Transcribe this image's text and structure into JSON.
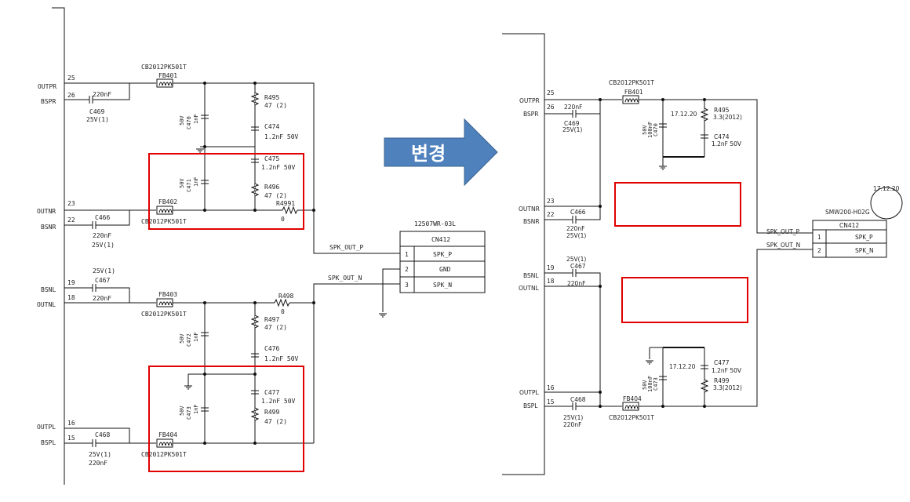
{
  "arrow": {
    "label": "변경",
    "color": "#4f81bd"
  },
  "left": {
    "pins": {
      "outpr": "OUTPR",
      "bspr": "BSPR",
      "outnr": "OUTNR",
      "bsnr": "BSNR",
      "bsnl": "BSNL",
      "outnl": "OUTNL",
      "outpl": "OUTPL",
      "bspl": "BSPL"
    },
    "pin_numbers": {
      "p25": "25",
      "p26": "26",
      "p23": "23",
      "p22": "22",
      "p19": "19",
      "p18": "18",
      "p16": "16",
      "p15": "15"
    },
    "labels": {
      "cb_top": "CB2012PK501T",
      "fb401": "FB401",
      "c469_val": "220nF",
      "c469": "C469",
      "c469_v": "25V(1)",
      "r495": "R495",
      "r495_v": "47 (2)",
      "c474": "C474",
      "c474_v": "1.2nF 50V",
      "c470_v": "50V",
      "c470": "C470",
      "c470_c": "1nF",
      "c475": "C475",
      "c475_v": "1.2nF 50V",
      "c471_v": "50V",
      "c471": "C471",
      "c471_c": "1nF",
      "r496": "R496",
      "r496_v": "47 (2)",
      "fb402": "FB402",
      "cb_402": "CB2012PK501T",
      "r4991": "R4991",
      "r4991_v": "0",
      "c466": "C466",
      "c466_v1": "220nF",
      "c466_v2": "25V(1)",
      "conn_part": "12507WR-03L",
      "conn_ref": "CN412",
      "conn_rows": [
        [
          "1",
          "SPK_P"
        ],
        [
          "2",
          "GND"
        ],
        [
          "3",
          "SPK_N"
        ]
      ],
      "net_p": "SPK_OUT_P",
      "net_n": "SPK_OUT_N",
      "c467_v": "25V(1)",
      "c467": "C467",
      "c467_c": "220nF",
      "fb403": "FB403",
      "cb_403": "CB2012PK501T",
      "r498": "R498",
      "r498_v": "0",
      "r497": "R497",
      "r497_v": "47 (2)",
      "c472_v": "50V",
      "c472": "C472",
      "c472_c": "1nF",
      "c476": "C476",
      "c476_v": "1.2nF 50V",
      "c477": "C477",
      "c477_v": "1.2nF 50V",
      "r499": "R499",
      "r499_v": "47 (2)",
      "c473_v": "50V",
      "c473": "C473",
      "c473_c": "1nF",
      "c468": "C468",
      "c468_v1": "25V(1)",
      "c468_v2": "220nF",
      "fb404": "FB404",
      "cb_404": "CB2012PK501T"
    }
  },
  "right": {
    "pins": {
      "outpr": "OUTPR",
      "bspr": "BSPR",
      "outnr": "OUTNR",
      "bsnr": "BSNR",
      "bsnl": "BSNL",
      "outnl": "OUTNL",
      "outpl": "OUTPL",
      "bspl": "BSPL"
    },
    "pin_numbers": {
      "p25": "25",
      "p26": "26",
      "p23": "23",
      "p22": "22",
      "p19": "19",
      "p18": "18",
      "p16": "16",
      "p15": "15"
    },
    "labels": {
      "cb_top": "CB2012PK501T",
      "fb401": "FB401",
      "c469_val": "220nF",
      "c469": "C469",
      "c469_v": "25V(1)",
      "date_top": "17.12.20",
      "r495": "R495",
      "r495_v": "3.3(2012)",
      "c474": "C474",
      "c474_v": "1.2nF 50V",
      "c470_v": "50V",
      "c470_c": "100nF",
      "c470": "C470",
      "c466": "C466",
      "c466_v1": "220nF",
      "c466_v2": "25V(1)",
      "c467_v": "25V(1)",
      "c467": "C467",
      "c467_c": "220nF",
      "date_bot": "17.12.20",
      "c477": "C477",
      "c477_v": "1.2nF 50V",
      "r499": "R499",
      "r499_v": "3.3(2012)",
      "c473_v": "50V",
      "c473_c": "100nF",
      "c473": "C473",
      "c468": "C468",
      "c468_v1": "25V(1)",
      "c468_v2": "220nF",
      "fb404": "FB404",
      "cb_404": "CB2012PK501T",
      "conn_date": "17.12.20",
      "conn_part": "SMW200-H02G",
      "conn_ref": "CN412",
      "conn_rows": [
        [
          "1",
          "SPK_P"
        ],
        [
          "2",
          "SPK_N"
        ]
      ],
      "net_p": "SPK_OUT_P",
      "net_n": "SPK_OUT_N"
    }
  }
}
